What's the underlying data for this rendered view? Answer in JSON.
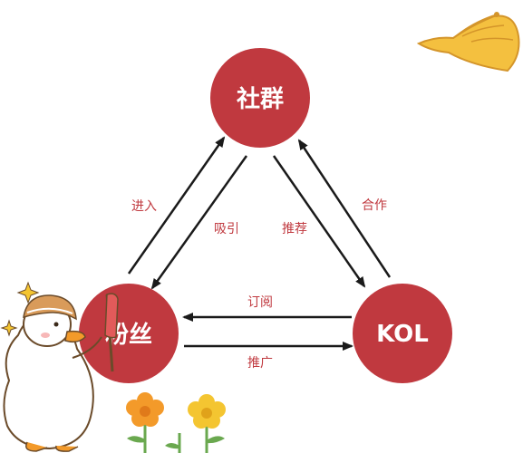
{
  "colors": {
    "node_fill": "#c0393f",
    "arrow": "#1a1a1a",
    "edge_label": "#c0393f",
    "hat": "#f4c03f",
    "flower_petal": "#f39a2a",
    "flower_petal_alt": "#f4c531",
    "stem": "#6aa84f",
    "duck_body": "#ffffff",
    "duck_outline": "#6b4b2a"
  },
  "nodes": {
    "community": "社群",
    "fans": "粉丝",
    "kol": "KOL"
  },
  "edges": {
    "fans_to_community": "进入",
    "community_to_fans": "吸引",
    "community_to_kol": "推荐",
    "kol_to_community": "合作",
    "kol_to_fans": "订阅",
    "fans_to_kol": "推广"
  },
  "decorations": [
    "hat-icon",
    "duck-icon",
    "flower-icon"
  ]
}
